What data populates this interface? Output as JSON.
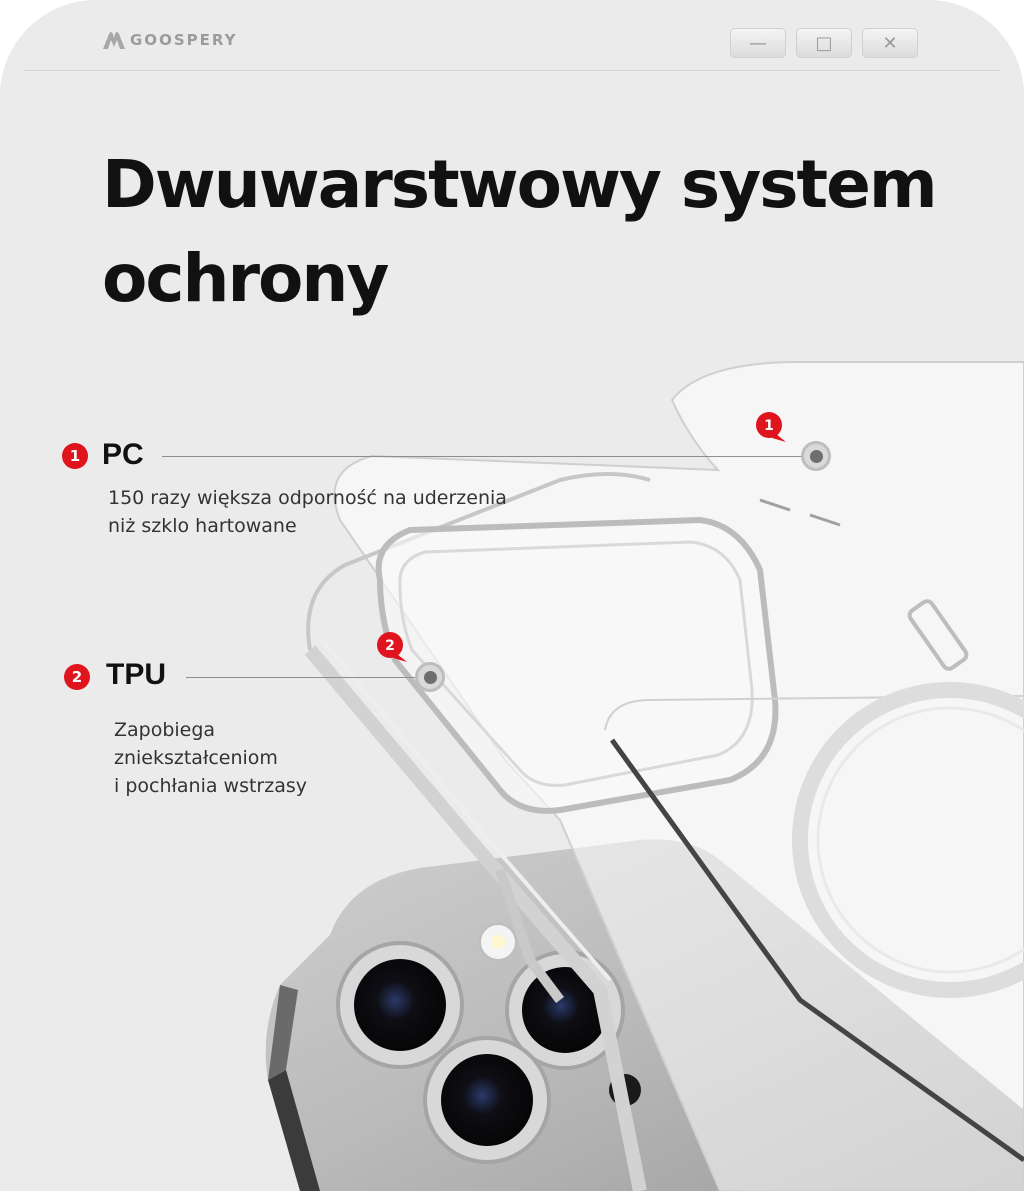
{
  "brand": {
    "logo_text": "GOOSPERY",
    "icon": "mercury-logo-icon"
  },
  "window_controls": {
    "minimize": "—",
    "maximize": "□",
    "close": "✕"
  },
  "headline": {
    "line1": "Dwuwarstwowy system",
    "line2": "ochrony"
  },
  "layers": [
    {
      "number": "1",
      "name": "PC",
      "description_line1": "150 razy większa odporność na uderzenia",
      "description_line2": "niż szklo hartowane"
    },
    {
      "number": "2",
      "name": "TPU",
      "description_line1": "Zapobiega",
      "description_line2": "zniekształceniom",
      "description_line3": "i pochłania wstrzasy"
    }
  ],
  "colors": {
    "background": "#ebebeb",
    "accent_red": "#e0141d",
    "headline": "#111111"
  }
}
